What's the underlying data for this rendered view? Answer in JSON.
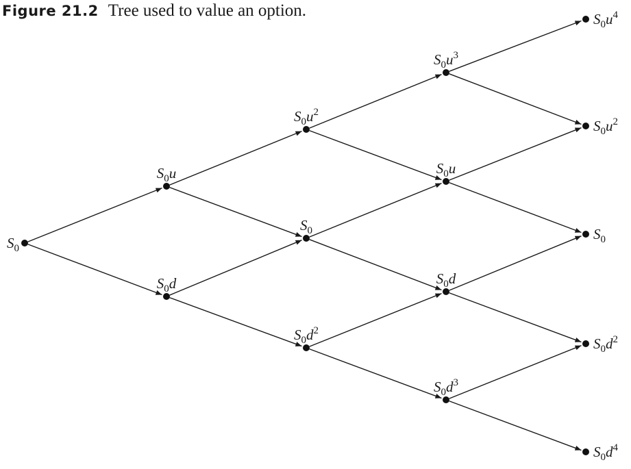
{
  "caption": {
    "number": "Figure 21.2",
    "text": "Tree used to value an option."
  },
  "tree": {
    "steps": 4,
    "nodes": [
      {
        "id": "n00",
        "step": 0,
        "ups": 0,
        "label": "S0"
      },
      {
        "id": "n11",
        "step": 1,
        "ups": 1,
        "label": "S0u"
      },
      {
        "id": "n10",
        "step": 1,
        "ups": 0,
        "label": "S0d"
      },
      {
        "id": "n22",
        "step": 2,
        "ups": 2,
        "label": "S0u2"
      },
      {
        "id": "n21",
        "step": 2,
        "ups": 1,
        "label": "S0"
      },
      {
        "id": "n20",
        "step": 2,
        "ups": 0,
        "label": "S0d2"
      },
      {
        "id": "n33",
        "step": 3,
        "ups": 3,
        "label": "S0u3"
      },
      {
        "id": "n32",
        "step": 3,
        "ups": 2,
        "label": "S0u"
      },
      {
        "id": "n31",
        "step": 3,
        "ups": 1,
        "label": "S0d"
      },
      {
        "id": "n30",
        "step": 3,
        "ups": 0,
        "label": "S0d3"
      },
      {
        "id": "n44",
        "step": 4,
        "ups": 4,
        "label": "S0u4"
      },
      {
        "id": "n43",
        "step": 4,
        "ups": 3,
        "label": "S0u2"
      },
      {
        "id": "n42",
        "step": 4,
        "ups": 2,
        "label": "S0"
      },
      {
        "id": "n41",
        "step": 4,
        "ups": 1,
        "label": "S0d2"
      },
      {
        "id": "n40",
        "step": 4,
        "ups": 0,
        "label": "S0d4"
      }
    ],
    "edges": [
      [
        "n00",
        "n11"
      ],
      [
        "n00",
        "n10"
      ],
      [
        "n11",
        "n22"
      ],
      [
        "n11",
        "n21"
      ],
      [
        "n10",
        "n21"
      ],
      [
        "n10",
        "n20"
      ],
      [
        "n22",
        "n33"
      ],
      [
        "n22",
        "n32"
      ],
      [
        "n21",
        "n32"
      ],
      [
        "n21",
        "n31"
      ],
      [
        "n20",
        "n31"
      ],
      [
        "n20",
        "n30"
      ],
      [
        "n33",
        "n44"
      ],
      [
        "n33",
        "n43"
      ],
      [
        "n32",
        "n43"
      ],
      [
        "n32",
        "n42"
      ],
      [
        "n31",
        "n42"
      ],
      [
        "n31",
        "n41"
      ],
      [
        "n30",
        "n41"
      ],
      [
        "n30",
        "n40"
      ]
    ]
  }
}
